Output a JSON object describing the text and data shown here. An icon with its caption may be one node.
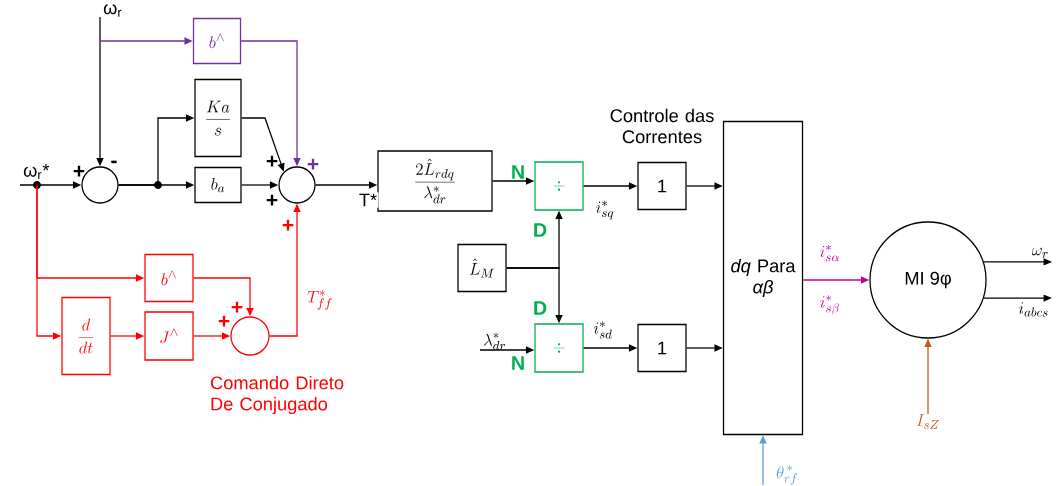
{
  "diagram": {
    "nodes": [
      {
        "text": [
          "ω$_{r}$"
        ]
      },
      {
        "text": [
          "b^{\\wedge}"
        ]
      },
      {
        "text": [
          "\\frac{Ka}{s}"
        ]
      },
      {
        "text": [
          "ω$_{r}$*"
        ]
      },
      {
        "text": [],
        "shape": "circle"
      },
      {
        "text": [
          "b_a"
        ]
      },
      {
        "text": [],
        "shape": "circle"
      },
      {
        "text": [
          "\\frac{2\\hat{L}_{rdq}}{\\lambda^*_{dr}}"
        ]
      },
      {
        "text": [
          "\\div"
        ]
      },
      {
        "text": [
          "1"
        ]
      },
      {
        "text": [
          "*dq* Para *αβ*"
        ]
      },
      {
        "text": [
          "\\hat{L}_M"
        ]
      },
      {
        "text": [
          "\\lambda^*_{dr}"
        ]
      },
      {
        "text": [
          "\\div"
        ]
      },
      {
        "text": [
          "1"
        ]
      },
      {
        "text": [
          "MI 9φ"
        ]
      },
      {
        "text": [
          "\\omega_r"
        ]
      },
      {
        "text": [
          "i_{abcs}"
        ]
      },
      {
        "text": [
          "b^{\\wedge}"
        ]
      },
      {
        "text": [
          "\\frac{d}{dt}"
        ]
      },
      {
        "text": [
          "J^{\\wedge}"
        ]
      },
      {
        "text": [],
        "shape": "circle"
      },
      {
        "text": [
          "I_{sZ}"
        ]
      },
      {
        "text": [
          "\\theta^{\\,*}_{rf}"
        ]
      }
    ],
    "edges": [
      {
        "from": 0,
        "to": 4,
        "arrow": "to"
      },
      {
        "from": 0,
        "to": 1,
        "arrow": "to",
        "color": "#7030a0"
      },
      {
        "from": 1,
        "to": 6,
        "arrow": "to",
        "color": "#7030a0"
      },
      {
        "from": 3,
        "to": 4,
        "arrow": "to"
      },
      {
        "from": 4,
        "to": 2,
        "arrow": "to"
      },
      {
        "from": 4,
        "to": 5,
        "arrow": "to"
      },
      {
        "from": 2,
        "to": 6,
        "arrow": "to"
      },
      {
        "from": 5,
        "to": 6,
        "arrow": "to"
      },
      {
        "from": 6,
        "to": 7,
        "arrow": "to",
        "label": "T*"
      },
      {
        "from": 3,
        "to": 18,
        "arrow": "to",
        "color": "#ff0000"
      },
      {
        "from": 3,
        "to": 19,
        "arrow": "to",
        "color": "#ff0000"
      },
      {
        "from": 19,
        "to": 20,
        "arrow": "to",
        "color": "#ff0000"
      },
      {
        "from": 18,
        "to": 21,
        "arrow": "to",
        "color": "#ff0000"
      },
      {
        "from": 20,
        "to": 21,
        "arrow": "to",
        "color": "#ff0000"
      },
      {
        "from": 21,
        "to": 6,
        "arrow": "to",
        "color": "#ff0000",
        "label": "T^*_{ff}"
      },
      {
        "from": 7,
        "to": 8,
        "arrow": "to"
      },
      {
        "from": 11,
        "to": 8,
        "arrow": "to"
      },
      {
        "from": 11,
        "to": 13,
        "arrow": "to"
      },
      {
        "from": 12,
        "to": 13,
        "arrow": "to"
      },
      {
        "from": 8,
        "to": 9,
        "arrow": "to",
        "label": "i^*_{sq}"
      },
      {
        "from": 13,
        "to": 14,
        "arrow": "to",
        "label": "i^*_{sd}"
      },
      {
        "from": 9,
        "to": 10,
        "arrow": "to"
      },
      {
        "from": 14,
        "to": 10,
        "arrow": "to"
      },
      {
        "from": 10,
        "to": 15,
        "arrow": "to",
        "color": "#c000a0",
        "label": "i^*_{s\\alpha}"
      },
      {
        "from": 15,
        "to": 16,
        "arrow": "to"
      },
      {
        "from": 15,
        "to": 17,
        "arrow": "to"
      },
      {
        "from": 22,
        "to": 15,
        "arrow": "to",
        "color": "#c55a11"
      },
      {
        "from": 23,
        "to": 10,
        "arrow": "to",
        "color": "#5b9bd5"
      }
    ],
    "labels": [
      "Controle das Correntes",
      "+",
      "-",
      "+",
      "+",
      "+",
      "+",
      "N",
      "D",
      "D",
      "N",
      "i^*_{s\\beta}",
      "+",
      "+",
      "Comando Direto De Conjugado"
    ]
  }
}
